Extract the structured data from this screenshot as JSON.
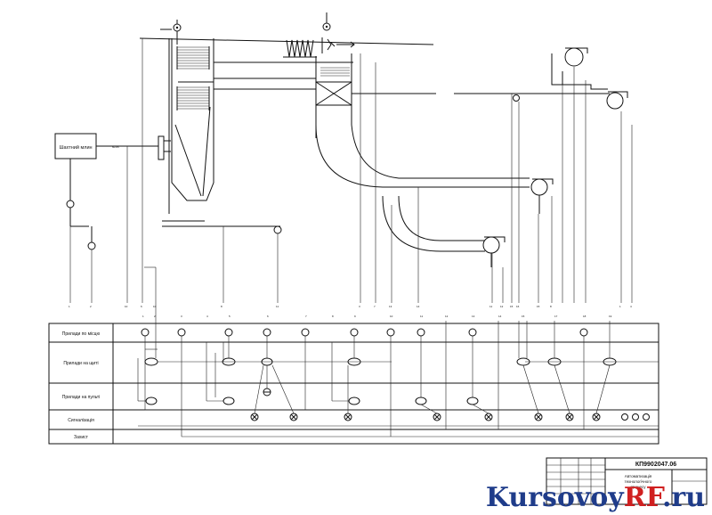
{
  "mill_label": "Шахтний млин",
  "rows": [
    "Прилади по місцю",
    "Прилади на щиті",
    "Прилади на пульті",
    "Сигналізація",
    "Захист"
  ],
  "stamp": {
    "code": "КП9902047.06",
    "title_lines": [
      "Автоматизація",
      "технологічного",
      "процесу"
    ]
  },
  "watermark": {
    "part1": "Kursovoy",
    "part2": "RF",
    "part3": ".ru"
  }
}
